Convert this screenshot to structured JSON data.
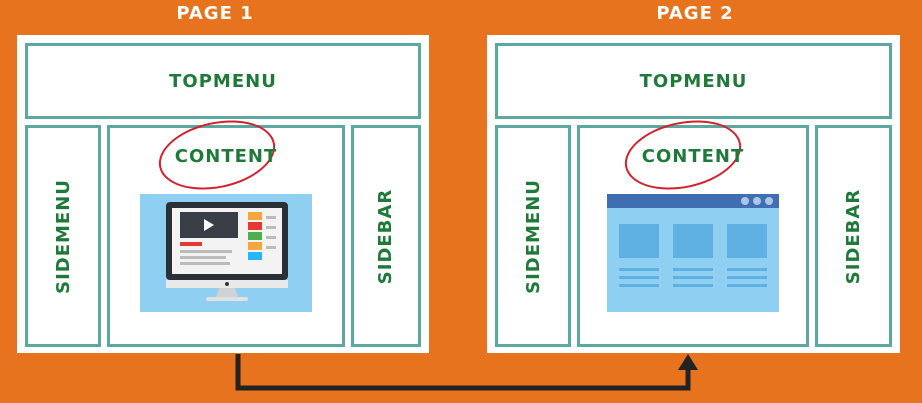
{
  "pages": [
    {
      "title": "PAGE 1",
      "topmenu": "TOPMENU",
      "sidemenu": "SIDEMENU",
      "content": "CONTENT",
      "sidebar": "SIDEBAR"
    },
    {
      "title": "PAGE 2",
      "topmenu": "TOPMENU",
      "sidemenu": "SIDEMENU",
      "content": "CONTENT",
      "sidebar": "SIDEBAR"
    }
  ],
  "colors": {
    "background": "#e8731f",
    "border": "#5aa8a0",
    "label": "#1f7a3a",
    "circle": "#d3202b",
    "illustration": "#8fd0f2",
    "arrow": "#222222"
  },
  "icons": {
    "page1_content": "monitor-video-icon",
    "page2_content": "browser-window-icon"
  }
}
